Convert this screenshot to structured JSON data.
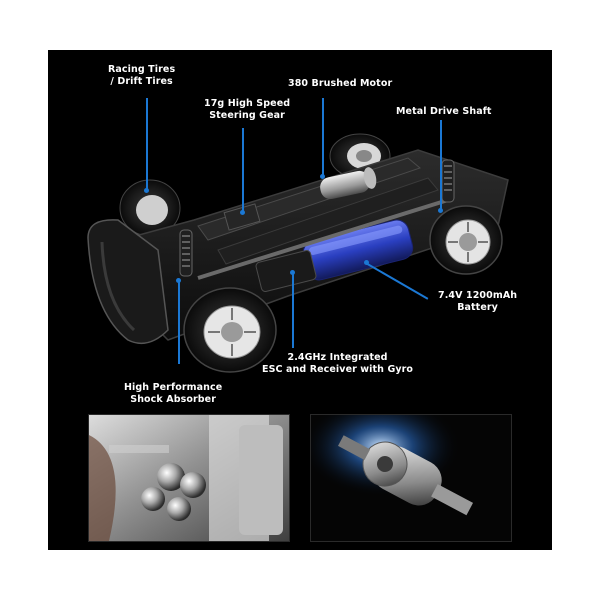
{
  "callouts": {
    "tires": [
      "Racing Tires",
      "/ Drift Tires"
    ],
    "steering": [
      "17g High Speed",
      "Steering Gear"
    ],
    "motor": "380 Brushed Motor",
    "drive_shaft": "Metal Drive Shaft",
    "battery": [
      "7.4V 1200mAh",
      "Battery"
    ],
    "esc": [
      "2.4GHz Integrated",
      "ESC and Receiver with Gyro"
    ],
    "shock": [
      "High Performance",
      "Shock Absorber"
    ]
  },
  "colors": {
    "background": "#000000",
    "callout_line": "#1b78d4",
    "text": "#ffffff",
    "battery": "#2a3fc0"
  }
}
